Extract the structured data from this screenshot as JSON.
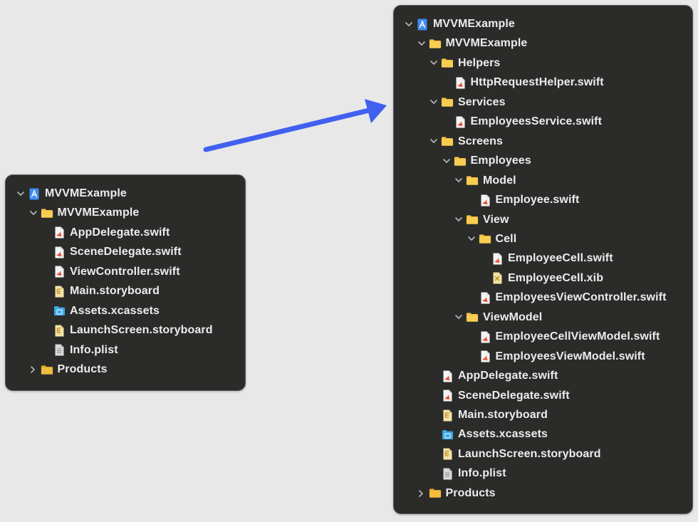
{
  "colors": {
    "background": "#e8e8e8",
    "panel": "#2b2b2a",
    "text": "#ececec",
    "arrow": "#4060f0",
    "folder": "#f5c242",
    "swift": "#e8533a",
    "project": "#3d8ef0"
  },
  "arrow": {
    "direction": "points-from-before-to-after-structure"
  },
  "before_tree": [
    {
      "label": "MVVMExample",
      "icon": "xcode-project-icon",
      "depth": 0,
      "chevron": "down"
    },
    {
      "label": "MVVMExample",
      "icon": "folder-icon",
      "depth": 1,
      "chevron": "down"
    },
    {
      "label": "AppDelegate.swift",
      "icon": "swift-file-icon",
      "depth": 2,
      "chevron": "none"
    },
    {
      "label": "SceneDelegate.swift",
      "icon": "swift-file-icon",
      "depth": 2,
      "chevron": "none"
    },
    {
      "label": "ViewController.swift",
      "icon": "swift-file-icon",
      "depth": 2,
      "chevron": "none"
    },
    {
      "label": "Main.storyboard",
      "icon": "storyboard-file-icon",
      "depth": 2,
      "chevron": "none"
    },
    {
      "label": "Assets.xcassets",
      "icon": "assets-catalog-icon",
      "depth": 2,
      "chevron": "none"
    },
    {
      "label": "LaunchScreen.storyboard",
      "icon": "storyboard-file-icon",
      "depth": 2,
      "chevron": "none"
    },
    {
      "label": "Info.plist",
      "icon": "plist-file-icon",
      "depth": 2,
      "chevron": "none"
    },
    {
      "label": "Products",
      "icon": "products-folder-icon",
      "depth": 1,
      "chevron": "right"
    }
  ],
  "after_tree": [
    {
      "label": "MVVMExample",
      "icon": "xcode-project-icon",
      "depth": 0,
      "chevron": "down"
    },
    {
      "label": "MVVMExample",
      "icon": "folder-icon",
      "depth": 1,
      "chevron": "down"
    },
    {
      "label": "Helpers",
      "icon": "folder-icon",
      "depth": 2,
      "chevron": "down"
    },
    {
      "label": "HttpRequestHelper.swift",
      "icon": "swift-file-icon",
      "depth": 3,
      "chevron": "none"
    },
    {
      "label": "Services",
      "icon": "folder-icon",
      "depth": 2,
      "chevron": "down"
    },
    {
      "label": "EmployeesService.swift",
      "icon": "swift-file-icon",
      "depth": 3,
      "chevron": "none"
    },
    {
      "label": "Screens",
      "icon": "folder-icon",
      "depth": 2,
      "chevron": "down"
    },
    {
      "label": "Employees",
      "icon": "folder-icon",
      "depth": 3,
      "chevron": "down"
    },
    {
      "label": "Model",
      "icon": "folder-icon",
      "depth": 4,
      "chevron": "down"
    },
    {
      "label": "Employee.swift",
      "icon": "swift-file-icon",
      "depth": 5,
      "chevron": "none"
    },
    {
      "label": "View",
      "icon": "folder-icon",
      "depth": 4,
      "chevron": "down"
    },
    {
      "label": "Cell",
      "icon": "folder-icon",
      "depth": 5,
      "chevron": "down"
    },
    {
      "label": "EmployeeCell.swift",
      "icon": "swift-file-icon",
      "depth": 6,
      "chevron": "none"
    },
    {
      "label": "EmployeeCell.xib",
      "icon": "xib-file-icon",
      "depth": 6,
      "chevron": "none"
    },
    {
      "label": "EmployeesViewController.swift",
      "icon": "swift-file-icon",
      "depth": 5,
      "chevron": "none"
    },
    {
      "label": "ViewModel",
      "icon": "folder-icon",
      "depth": 4,
      "chevron": "down"
    },
    {
      "label": "EmployeeCellViewModel.swift",
      "icon": "swift-file-icon",
      "depth": 5,
      "chevron": "none"
    },
    {
      "label": "EmployeesViewModel.swift",
      "icon": "swift-file-icon",
      "depth": 5,
      "chevron": "none"
    },
    {
      "label": "AppDelegate.swift",
      "icon": "swift-file-icon",
      "depth": 2,
      "chevron": "none"
    },
    {
      "label": "SceneDelegate.swift",
      "icon": "swift-file-icon",
      "depth": 2,
      "chevron": "none"
    },
    {
      "label": "Main.storyboard",
      "icon": "storyboard-file-icon",
      "depth": 2,
      "chevron": "none"
    },
    {
      "label": "Assets.xcassets",
      "icon": "assets-catalog-icon",
      "depth": 2,
      "chevron": "none"
    },
    {
      "label": "LaunchScreen.storyboard",
      "icon": "storyboard-file-icon",
      "depth": 2,
      "chevron": "none"
    },
    {
      "label": "Info.plist",
      "icon": "plist-file-icon",
      "depth": 2,
      "chevron": "none"
    },
    {
      "label": "Products",
      "icon": "products-folder-icon",
      "depth": 1,
      "chevron": "right"
    }
  ]
}
